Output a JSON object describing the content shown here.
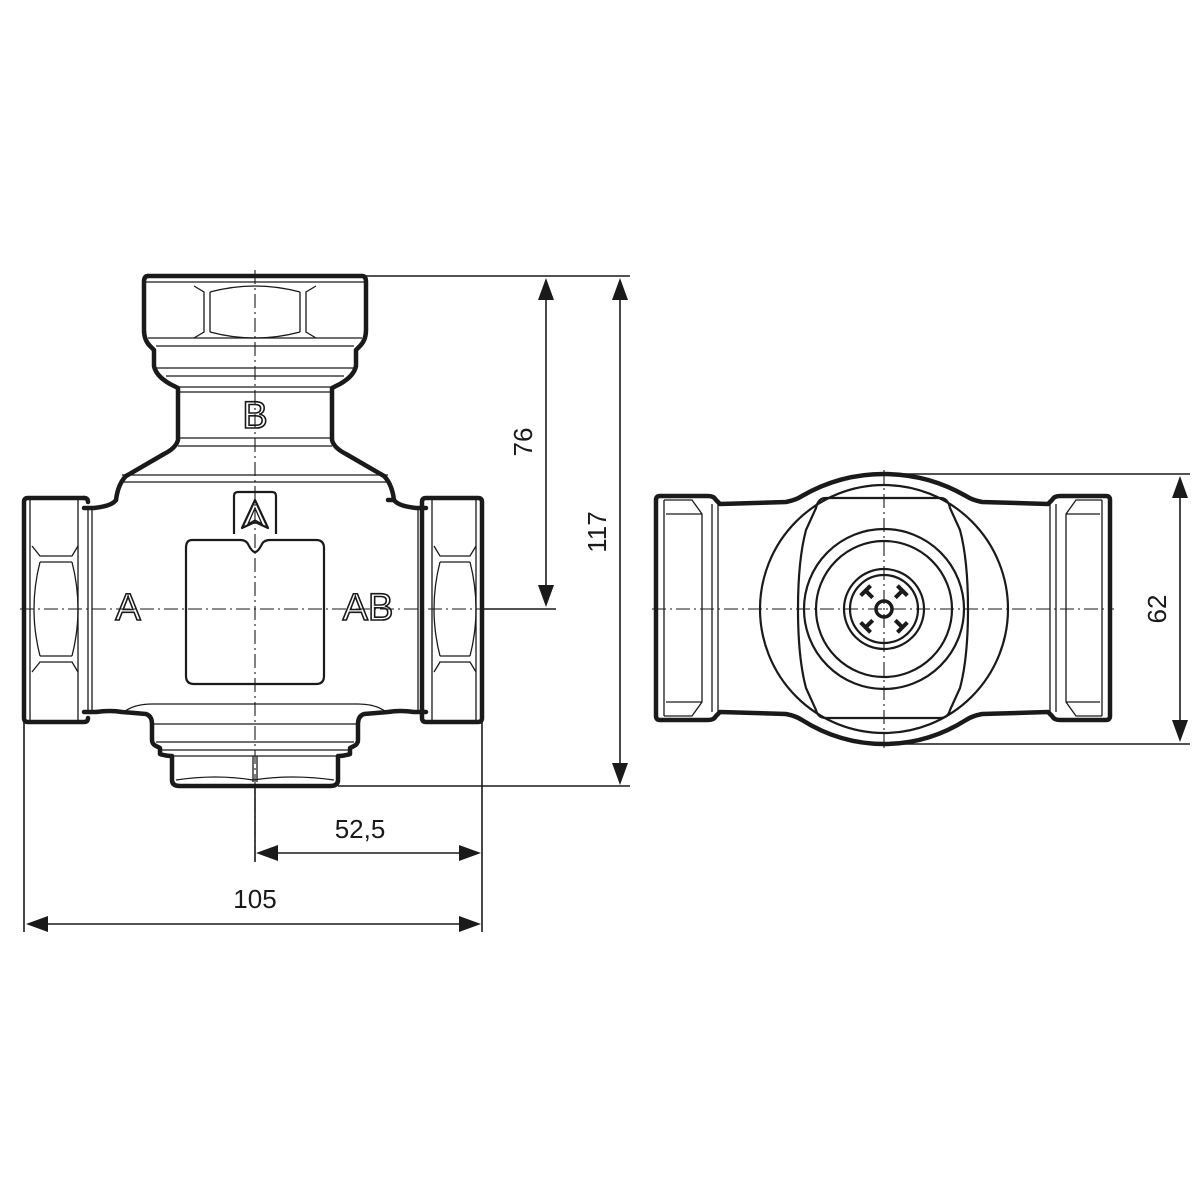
{
  "drawing": {
    "title": "3-way mixing valve dimensional drawing",
    "views": [
      "front-view",
      "top-view"
    ],
    "line_color": "#1a1a1a",
    "background": "#ffffff"
  },
  "ports": {
    "top": "B",
    "left": "A",
    "right": "AB"
  },
  "dimensions": {
    "height_center_to_top": "76",
    "total_height": "117",
    "half_width": "52,5",
    "total_width": "105",
    "top_view_depth": "62"
  },
  "icons": {
    "flow_direction": "triangle-arrow-icon",
    "spindle_head": "actuator-coupling-icon"
  }
}
